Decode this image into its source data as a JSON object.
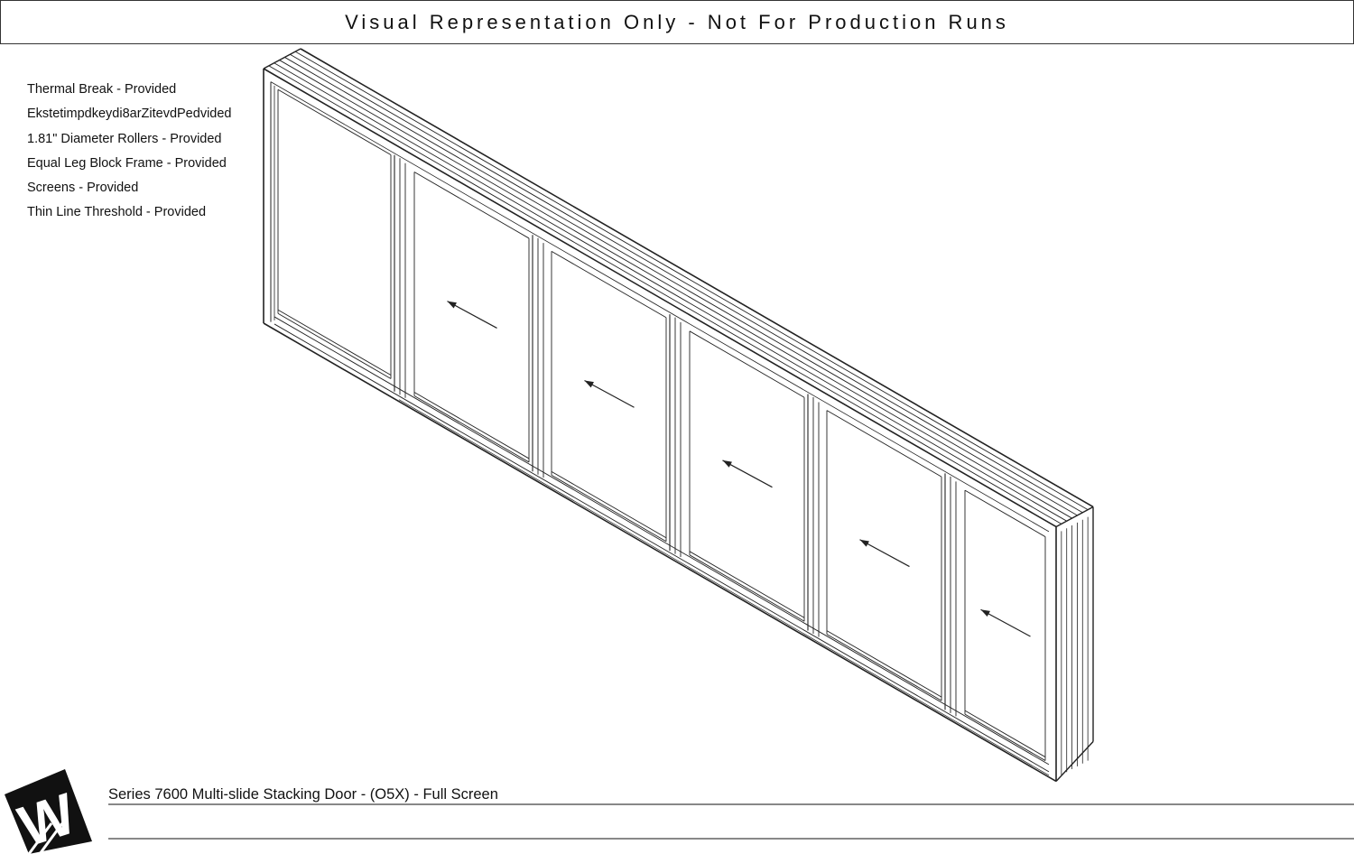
{
  "banner": "Visual Representation Only - Not For Production Runs",
  "features": [
    "Thermal Break - Provided",
    "Ekstetimpdkeydi8arZitevdPedvided",
    "1.81\" Diameter Rollers - Provided",
    "Equal Leg Block Frame - Provided",
    "Screens - Provided",
    "Thin Line Threshold - Provided"
  ],
  "drawing": {
    "panel_count": 6,
    "arrow_direction": "left",
    "line_color": "#222222"
  },
  "footer": {
    "title": "Series 7600 Multi-slide Stacking Door - (O5X) - Full Screen",
    "logo_letter": "W"
  }
}
